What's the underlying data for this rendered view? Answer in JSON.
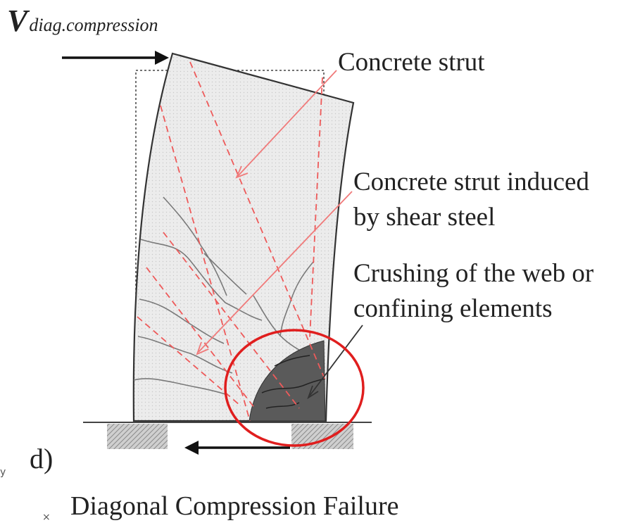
{
  "labels": {
    "force_symbol": "V",
    "force_subscript": "diag.compression",
    "concrete_strut": "Concrete strut",
    "strut_shear_line1": "Concrete strut induced",
    "strut_shear_line2": "by shear steel",
    "crushing_line1": "Crushing of the web or",
    "crushing_line2": "confining elements",
    "panel_letter": "d)",
    "caption": "Diagonal Compression Failure"
  },
  "axis_glyphs": {
    "y": "y",
    "x": "×"
  },
  "colors": {
    "wall_fill": "#e9e9e9",
    "wall_outline": "#333333",
    "strut_lines": "#ee5a5a",
    "crushed_zone": "#555555",
    "highlight_ring": "#e01e1e",
    "arrows": "#111111"
  }
}
